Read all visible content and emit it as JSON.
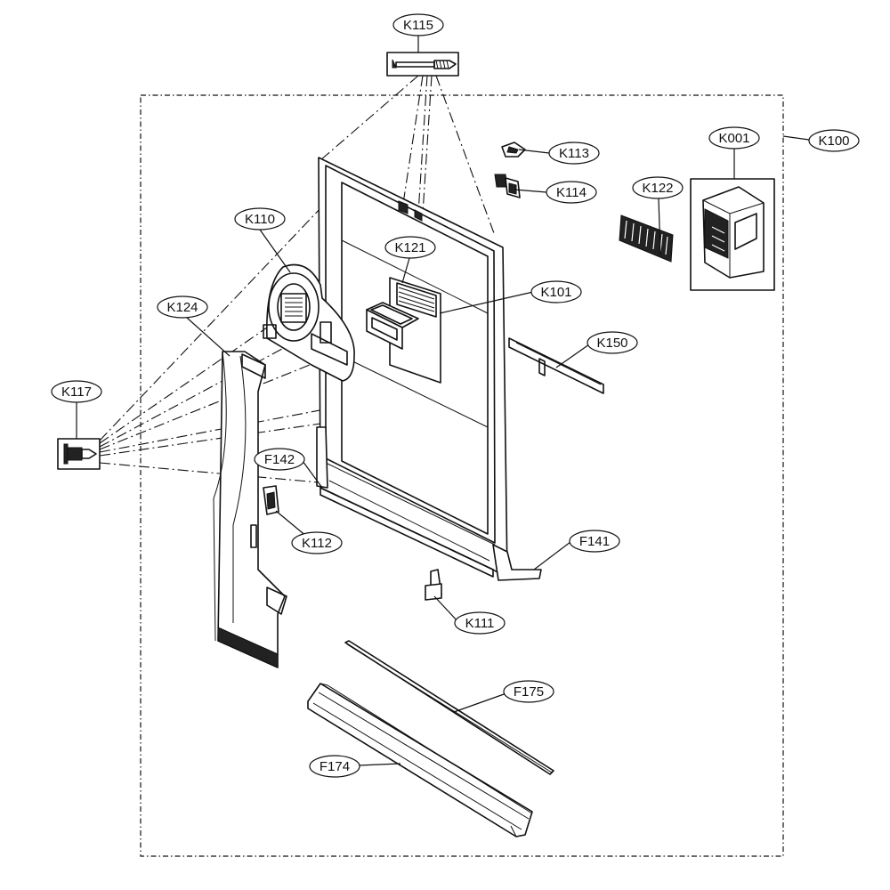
{
  "labels": {
    "k115": "K115",
    "k113": "K113",
    "k114": "K114",
    "k001": "K001",
    "k100": "K100",
    "k122": "K122",
    "k110": "K110",
    "k121": "K121",
    "k101": "K101",
    "k124": "K124",
    "k150": "K150",
    "k117": "K117",
    "f142": "F142",
    "k112": "K112",
    "f141": "F141",
    "k111": "K111",
    "f175": "F175",
    "f174": "F174"
  }
}
